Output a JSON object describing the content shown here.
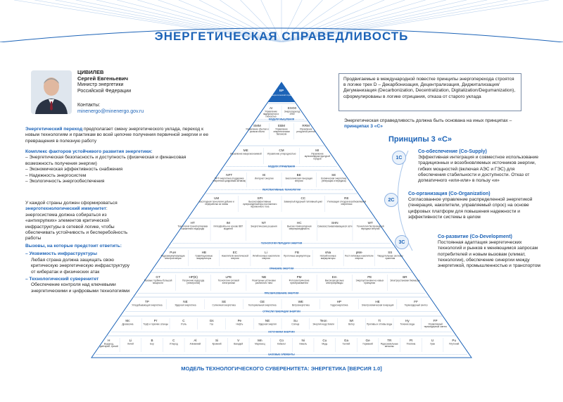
{
  "title": "ЭНЕРГЕТИЧЕСКАЯ СПРАВЕДЛИВОСТЬ",
  "person": {
    "surname": "ЦИВИЛЕВ",
    "given": "Сергей Евгеньевич",
    "role": [
      "Министр энергетики",
      "Российской Федерации"
    ],
    "contacts_label": "Контакты:",
    "email": "minenergo@minenergo.gov.ru"
  },
  "left": {
    "p1_hl": "Энергетический переход",
    "p1": " предполагает смену энергетического уклада, переход к новым технологиям и практикам во всей цепочке получения первичной энергии и ее превращения в полезную работу",
    "factors_title": "Комплекс факторов устойчивого развития энергетики:",
    "factors": [
      "Энергетическая безопасность и доступность (физическая и финансовая возможность получения энергии)",
      "Экономическая эффективность снабжения",
      "Надежность энергосистем",
      "Экологичность энергообеспечения"
    ],
    "p2_a": "У каждой страны должен сформироваться ",
    "p2_hl": "энерготехнологический иммунитет",
    "p2_b": ": энергосистема должна собираться из «антихрупких» элементов критической инфраструктуры в сетевой логике, чтобы обеспечивать устойчивость и бесперебойность работы",
    "challenges_title": "Вызовы, на которые предстоит ответить:",
    "challenges": [
      {
        "title": "Уязвимость инфраструктуры",
        "text": "Любая страна должна защищать свою критическую энергетическую инфраструктуру от кибератак и физических атак"
      },
      {
        "title": "Технологический суверенитет",
        "text": "Обеспечение контроля над ключевыми энергетическими и цифровыми технологиями"
      }
    ]
  },
  "right": {
    "box": "Продвигаемые в международной повестке принципы энергоперехода строятся в логике трех D – Декарбонизация, Децентрализация, Диджитализация/Дегуманизация (Decarbonization, Decentralization, Digitalization/Degumanization), сформулированы в логике отрицания, отказа от старого уклада",
    "intro_a": "Энергетическая справедливость должна быть основана на иных принципах – ",
    "intro_hl": "принципах 3 «С»",
    "principles_title": "Принципы 3 «С»",
    "principles": [
      {
        "badge": "1С",
        "title": "Со-обеспечение (Co-Supply)",
        "text": "Эффективная интеграция и совместное использование традиционных и возобновляемых источников энергии, гибких мощностей (включая АЭС и ГЭС) для обеспечения стабильности и доступности. Отказ от догматичного «или-или» в пользу «и»"
      },
      {
        "badge": "2С",
        "title": "Со-организация (Co-Organization)",
        "text": "Согласованное управление распределенной энергетикой (генерация, накопители, управляемый спрос) на основе цифровых платформ для повышения надежности и эффективности системы в целом"
      },
      {
        "badge": "3С",
        "title": "Со-развитие (Co-Development)",
        "text": "Постоянная адаптация энергетических технологий и рынков к меняющимся запросам потребителей и новым вызовам (климат, технологии), обеспечение синергии между энергетикой, промышленностью и транспортом"
      }
    ]
  },
  "pyramid": {
    "apex": {
      "code": "ЕР",
      "name": "Политика энергетической справедливости"
    },
    "bands": [
      "МОДЕЛИ МЫШЛЕНИЯ",
      "МОДЕЛИ УПРАВЛЕНИЯ",
      "ПЕРСПЕКТИВНЫЕ ТЕХНОЛОГИИ",
      "ТЕХНОЛОГИИ ПЕРЕДАЧИ ЭНЕРГИИ",
      "ХРАНЕНИЕ ЭНЕРГИИ",
      "ПРЕОБРАЗОВАНИЕ ЭНЕРГИИ",
      "ОТРАСЛИ ГЕНЕРАЦИИ ЭНЕРГИИ",
      "ИСТОЧНИКИ ЭНЕРГИИ",
      "БАЗОВЫЕ ЭЛЕМЕНТЫ"
    ],
    "rows": [
      [
        {
          "c": "AI",
          "n": "Управление надежностью и гибкостью"
        },
        {
          "c": "ESG0",
          "n": "Энергопереход 1950"
        }
      ],
      [
        {
          "c": "SMM",
          "n": "Управление сбытом и рынком сбыта"
        },
        {
          "c": "EBM",
          "n": "Управление энергетическим балансом"
        },
        {
          "c": "RRM",
          "n": "Управление ресурсной рентой"
        }
      ],
      [
        {
          "c": "ME",
          "n": "Управление макроэкономикой"
        },
        {
          "c": "CM",
          "n": "Управление углеродностью"
        },
        {
          "c": "MI",
          "n": "Управление мультиинфраструктурой городов"
        }
      ],
      [
        {
          "c": "NFT",
          "n": "NFT-энергетика (поддержка энергетики цифровым активом)"
        },
        {
          "c": "IE",
          "n": "Интернет энергии"
        },
        {
          "c": "BE",
          "n": "Биологическая генерация энергии"
        },
        {
          "c": "SE",
          "n": "Космическая энергетика (генерация и передача)"
        }
      ],
      [
        {
          "c": "UM",
          "n": "Бесплодная технология добычи и переработки из почвы"
        },
        {
          "c": "SPI",
          "n": "Высокоэффективные суперконденсаторы постоянного переменного тока"
        },
        {
          "c": "CC",
          "n": "Замкнутый ядерный топливный цикл"
        },
        {
          "c": "RE",
          "n": "Утилизация отходов возобновляемой энергетики"
        }
      ],
      [
        {
          "c": "HT",
          "n": "Технология транспортировки сжиженного водорода"
        },
        {
          "c": "IM",
          "n": "Интерфейсы на основе ВВТ моделей"
        },
        {
          "c": "NT",
          "n": "Энергетические решения"
        },
        {
          "c": "HC",
          "n": "Высоко-температурная сверхпроводимость"
        },
        {
          "c": "SHN",
          "n": "Самовосстанавливающиеся сети"
        },
        {
          "c": "WT",
          "n": "Технология беспроводной передачи энергии"
        }
      ],
      [
        {
          "c": "PuH",
          "n": "Гидроаккумулирующие электростанции"
        },
        {
          "c": "HB",
          "n": "Гравитационные аккумуляторы"
        },
        {
          "c": "EC",
          "n": "Накопители кинетической энергии"
        },
        {
          "c": "Li",
          "n": "Литий-ионные накопители энергии"
        },
        {
          "c": "FB",
          "n": "Проточные аккумуляторы"
        },
        {
          "c": "sNa",
          "n": "Натрий-ионные аккумуляторы"
        },
        {
          "c": "pMe",
          "n": "Пост-литиевые накопители энергии"
        },
        {
          "c": "SS",
          "n": "Твердотельные системы хранения"
        }
      ],
      [
        {
          "c": "GT",
          "n": "Газовые турбины большой мощности"
        },
        {
          "c": "HP(E)",
          "n": "Получение водорода (электролиз)"
        },
        {
          "c": "LPE",
          "n": "Технологии силовой электроники"
        },
        {
          "c": "NB",
          "n": "Реакторные установки различного типа"
        },
        {
          "c": "PM",
          "n": "Фотоэлектрические преобразователи"
        },
        {
          "c": "Em",
          "n": "Высокоресурсные электроприводы"
        },
        {
          "c": "PE",
          "n": "Энергоустановки на новых принципах"
        },
        {
          "c": "BR",
          "n": "Электроустановки биомассы"
        }
      ],
      [
        {
          "c": "TP",
          "n": "Угледобывающая энергетика"
        },
        {
          "c": "NE",
          "n": "Ядерная энергетика"
        },
        {
          "c": "SE",
          "n": "Солнечная энергетика"
        },
        {
          "c": "GE",
          "n": "Геотермальная энергетика"
        },
        {
          "c": "WE",
          "n": "Ветроэнергетика"
        },
        {
          "c": "HP",
          "n": "Гидроэнергетика"
        },
        {
          "c": "HE",
          "n": "Электрохимическая генерация"
        },
        {
          "c": "FF",
          "n": "Термоядерный синтез"
        }
      ],
      [
        {
          "c": "Мс",
          "n": "Древесина"
        },
        {
          "c": "Рт",
          "n": "Торф и горючие сланцы"
        },
        {
          "c": "С",
          "n": "Уголь"
        },
        {
          "c": "Gs",
          "n": "Газ"
        },
        {
          "c": "Ре",
          "n": "Нефть"
        },
        {
          "c": "NE",
          "n": "Ядерная энергия"
        },
        {
          "c": "Su",
          "n": "Солнце"
        },
        {
          "c": "Teon",
          "n": "Энергия недр Земли"
        },
        {
          "c": "WI",
          "n": "Ветер"
        },
        {
          "c": "Ti",
          "n": "Приливы и отливы воды"
        },
        {
          "c": "Hy",
          "n": "Течение воды"
        },
        {
          "c": "FP",
          "n": "Управляемый термоядерный синтез"
        }
      ],
      [
        {
          "c": "H",
          "n": "Водород, дейтерий, тритий"
        },
        {
          "c": "Li",
          "n": "Литий"
        },
        {
          "c": "B",
          "n": "Бор"
        },
        {
          "c": "C",
          "n": "Углерод"
        },
        {
          "c": "Al",
          "n": "Алюминий"
        },
        {
          "c": "Si",
          "n": "Кремний"
        },
        {
          "c": "V",
          "n": "Ванадий"
        },
        {
          "c": "Mn",
          "n": "Марганец"
        },
        {
          "c": "Co",
          "n": "Кобальт"
        },
        {
          "c": "Ni",
          "n": "Никель"
        },
        {
          "c": "Cu",
          "n": "Медь"
        },
        {
          "c": "Ga",
          "n": "Галлий"
        },
        {
          "c": "Ge",
          "n": "Германий"
        },
        {
          "c": "TR",
          "n": "Редкоземельные металлы"
        },
        {
          "c": "Pt",
          "n": "Платина"
        },
        {
          "c": "U",
          "n": "Уран"
        },
        {
          "c": "Pu",
          "n": "Плутоний"
        }
      ]
    ]
  },
  "footer": "МОДЕЛЬ ТЕХНОЛОГИЧЕСКОГО СУВЕРЕНИТЕТА: ЭНЕРГЕТИКА [ВЕРСИЯ 1.0]"
}
